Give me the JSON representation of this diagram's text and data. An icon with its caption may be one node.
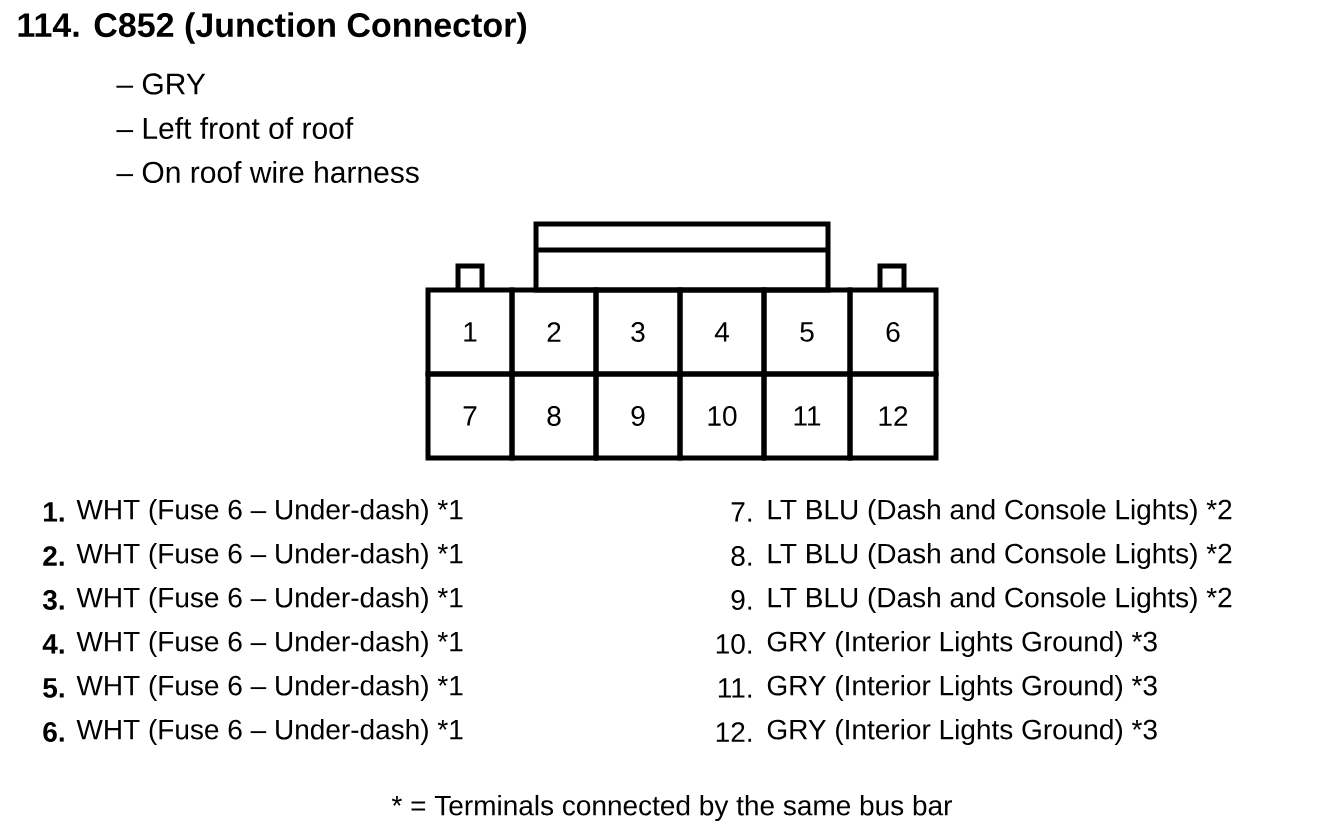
{
  "diagram": {
    "title": "114.  C852 (Junction Connector)",
    "nodes": [
      {
        "text": [
          "1"
        ]
      },
      {
        "text": [
          "2"
        ]
      },
      {
        "text": [
          "3"
        ]
      },
      {
        "text": [
          "4"
        ]
      },
      {
        "text": [
          "5"
        ]
      },
      {
        "text": [
          "6"
        ]
      },
      {
        "text": [
          "7"
        ]
      },
      {
        "text": [
          "8"
        ]
      },
      {
        "text": [
          "9"
        ]
      },
      {
        "text": [
          "10"
        ]
      },
      {
        "text": [
          "11"
        ]
      },
      {
        "text": [
          "12"
        ]
      }
    ],
    "labels": [
      "– GRY",
      "– Left front of roof",
      "– On roof wire harness",
      "1.",
      "WHT (Fuse 6 – Under-dash) *1",
      "7.",
      "LT BLU (Dash and Console Lights) *2",
      "2.",
      "WHT (Fuse 6 – Under-dash) *1",
      "8.",
      "LT BLU (Dash and Console Lights) *2",
      "3.",
      "WHT (Fuse 6 – Under-dash) *1",
      "9.",
      "LT BLU (Dash and Console Lights) *2",
      "4.",
      "WHT (Fuse 6 – Under-dash) *1",
      "10.",
      "GRY (Interior Lights Ground) *3",
      "5.",
      "WHT (Fuse 6 – Under-dash) *1",
      "11.",
      "GRY (Interior Lights Ground) *3",
      "6.",
      "WHT (Fuse 6 – Under-dash) *1",
      "12.",
      "GRY (Interior Lights Ground) *3",
      "* = Terminals connected by the same bus bar"
    ]
  }
}
